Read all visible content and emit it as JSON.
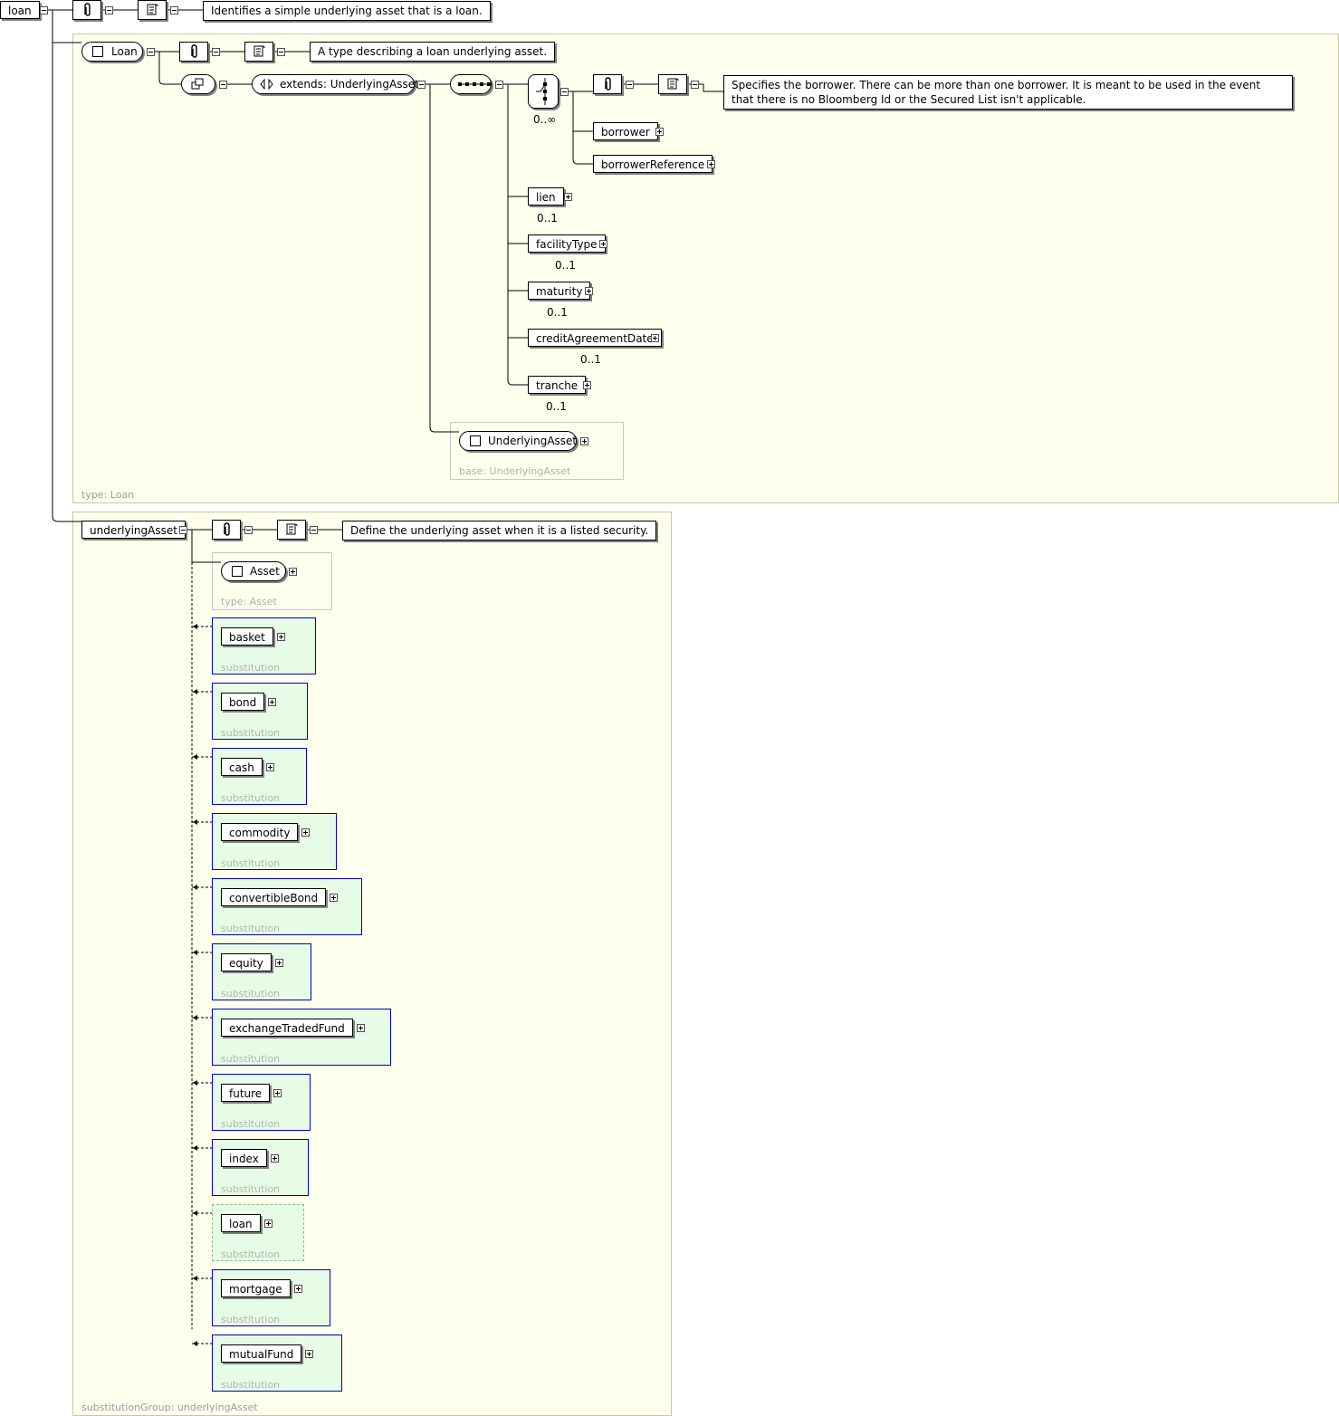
{
  "root": {
    "name": "loan",
    "doc": "Identifies a simple underlying asset that is a loan."
  },
  "type_loan": {
    "name": "Loan",
    "doc": "A type describing a loan underlying asset.",
    "extends": "extends: UnderlyingAsset",
    "region_label": "type: Loan",
    "choice_cardinality": "0..∞",
    "borrower_doc": "Specifies the borrower. There can be more than one borrower. It is meant to be used in the event that there is no Bloomberg Id or the Secured List isn't applicable.",
    "choice_items": [
      "borrower",
      "borrowerReference"
    ],
    "sequence_items": [
      {
        "name": "lien",
        "card": "0..1"
      },
      {
        "name": "facilityType",
        "card": "0..1"
      },
      {
        "name": "maturity",
        "card": "0..1"
      },
      {
        "name": "creditAgreementDate",
        "card": "0..1"
      },
      {
        "name": "tranche",
        "card": "0..1"
      }
    ],
    "base_type": "UnderlyingAsset",
    "base_label": "base: UnderlyingAsset"
  },
  "underlying": {
    "name": "underlyingAsset",
    "doc": "Define the underlying asset when it is a listed security.",
    "type_name": "Asset",
    "type_label": "type: Asset",
    "substitution_label": "substitution",
    "region_label": "substitutionGroup: underlyingAsset",
    "substitutions": [
      "basket",
      "bond",
      "cash",
      "commodity",
      "convertibleBond",
      "equity",
      "exchangeTradedFund",
      "future",
      "index",
      "loan",
      "mortgage",
      "mutualFund"
    ]
  },
  "colors": {
    "region_bg": "#ffffee",
    "substitution_bg": "#e6fce6",
    "substitution_border": "#0000c8"
  }
}
